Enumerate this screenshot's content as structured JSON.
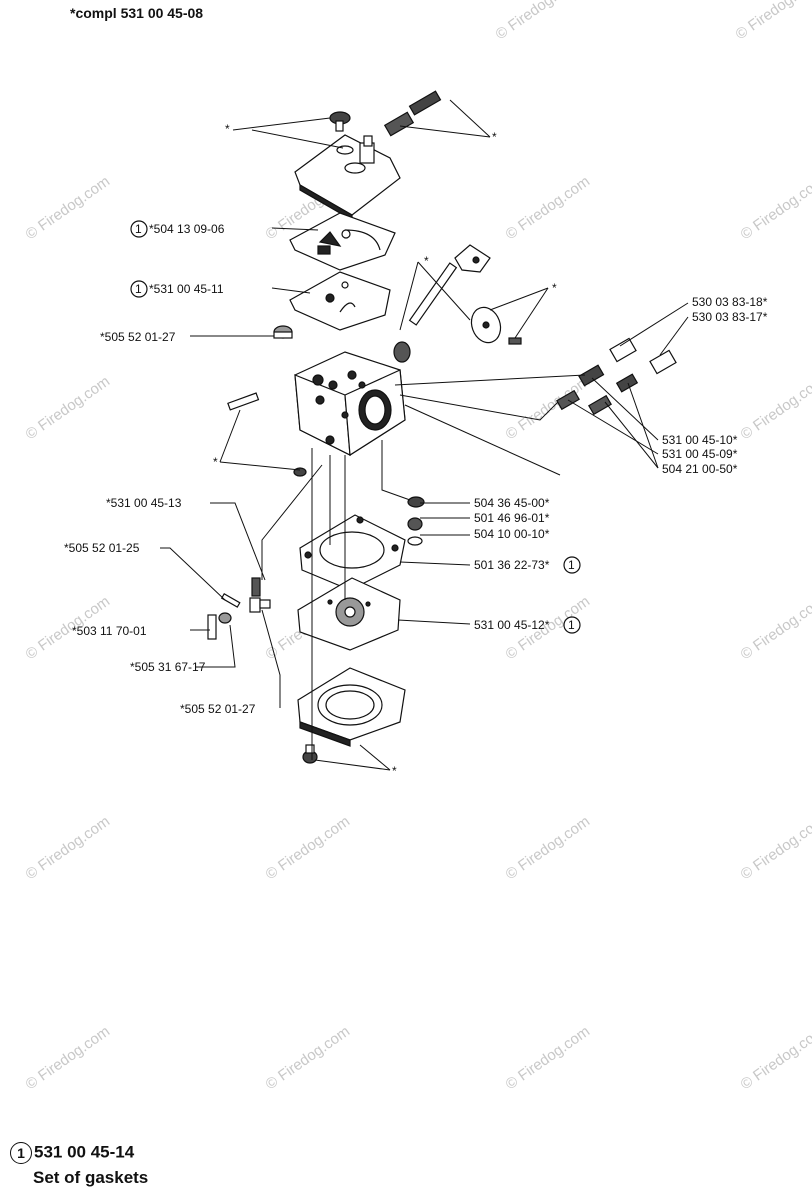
{
  "header": {
    "assembly": "*compl 531 00 45-08"
  },
  "callout_marker": "1",
  "asterisk": "*",
  "labels": {
    "p504130906": "*504 13 09-06",
    "p531004511": "*531 00 45-11",
    "p505520127a": "*505 52 01-27",
    "p530038318": "530 03 83-18*",
    "p530038317": "530 03 83-17*",
    "p531004510": "531 00 45-10*",
    "p531004509": "531 00 45-09*",
    "p504210050": "504 21 00-50*",
    "p504364500": "504 36 45-00*",
    "p501469601": "501 46 96-01*",
    "p504100010": "504 10 00-10*",
    "p501362273": "501 36 22-73*",
    "p531004512": "531 00 45-12*",
    "p531004513": "*531 00 45-13",
    "p505520125": "*505 52 01-25",
    "p503117001": "*503 11 70-01",
    "p505316717": "*505 31 67-17",
    "p505520127b": "*505 52 01-27"
  },
  "footer": {
    "number": "531 00 45-14",
    "description": "Set of gaskets"
  },
  "watermark": "© Firedog.com"
}
